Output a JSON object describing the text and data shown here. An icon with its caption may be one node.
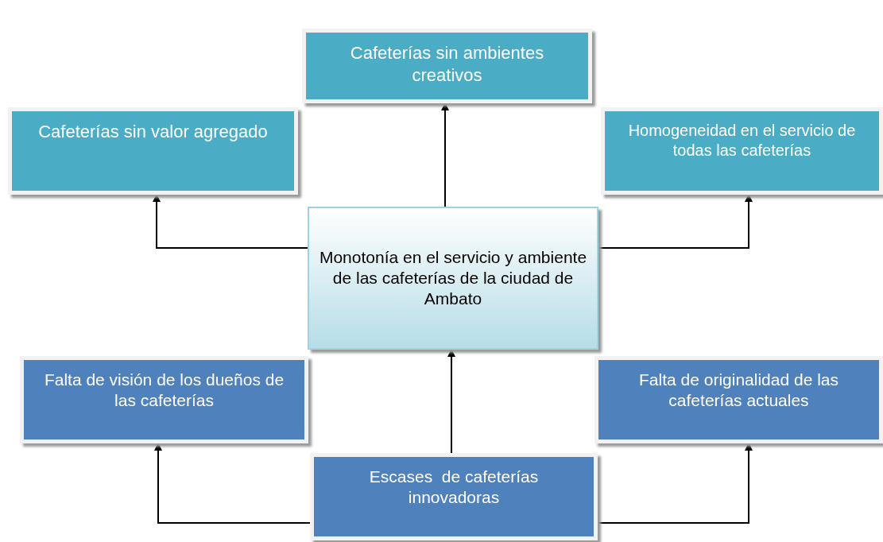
{
  "diagram": {
    "nodes": [
      {
        "text": [
          "Cafeterías sin ambientes creativos"
        ]
      },
      {
        "text": [
          "Cafeterías sin valor agregado"
        ]
      },
      {
        "text": [
          "Homogeneidad en el servicio de todas las cafeterías"
        ]
      },
      {
        "text": [
          "Monotonía en el servicio y ambiente de las cafeterías de la ciudad de Ambato"
        ]
      },
      {
        "text": [
          "Falta de visión de los dueños de las cafeterías"
        ]
      },
      {
        "text": [
          "Falta de originalidad de las cafeterías actuales"
        ]
      },
      {
        "text": [
          "Escases  de cafeterías innovadoras"
        ]
      }
    ],
    "edges": [
      {
        "from": 3,
        "to": 0,
        "arrow": "to"
      },
      {
        "from": 3,
        "to": 1,
        "arrow": "to"
      },
      {
        "from": 3,
        "to": 2,
        "arrow": "to"
      },
      {
        "from": 6,
        "to": 3,
        "arrow": "to"
      },
      {
        "from": 6,
        "to": 4,
        "arrow": "to"
      },
      {
        "from": 6,
        "to": 5,
        "arrow": "to"
      }
    ]
  }
}
